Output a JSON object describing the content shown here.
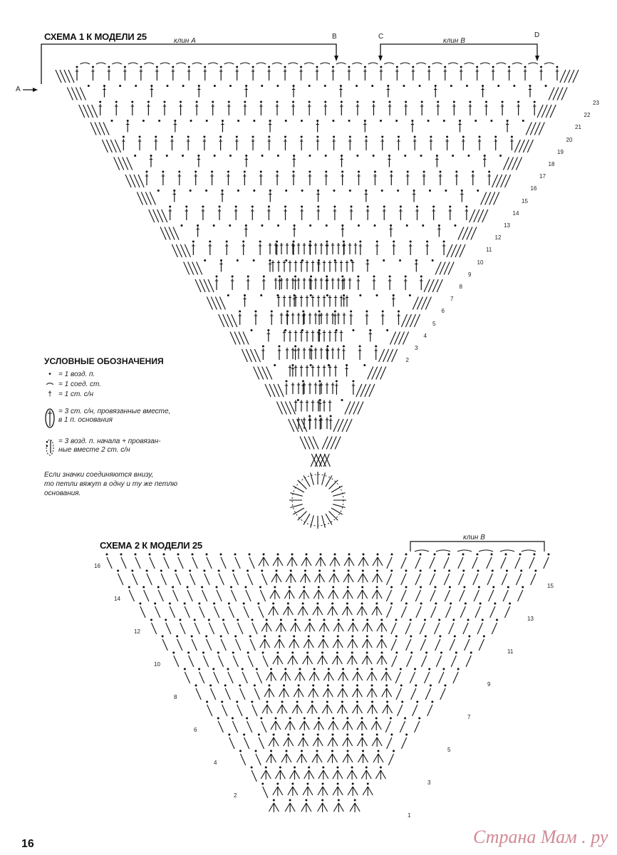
{
  "scheme1": {
    "title": "СХЕМА 1 К МОДЕЛИ 25",
    "klin_a": "клин А",
    "klin_v": "клин В",
    "point_a": "A",
    "point_b": "B",
    "point_c": "C",
    "point_d": "D",
    "row_numbers": [
      "23",
      "22",
      "21",
      "20",
      "19",
      "18",
      "17",
      "16",
      "15",
      "14",
      "13",
      "12",
      "11",
      "10",
      "9",
      "8",
      "7",
      "6",
      "5",
      "4",
      "3",
      "2"
    ]
  },
  "legend": {
    "title": "УСЛОВНЫЕ ОБОЗНАЧЕНИЯ",
    "items": [
      {
        "symbol": "•",
        "text": "= 1 возд. п."
      },
      {
        "symbol": "⌒",
        "text": "= 1 соед. ст."
      },
      {
        "symbol": "†",
        "text": "= 1 ст. с/н"
      },
      {
        "symbol": "⋔",
        "text": "= 3 ст. с/н, провязанные вместе,",
        "text2": "в 1 п. основания"
      },
      {
        "symbol": "⋰",
        "text": "= 3 возд. п. начала + провязан-",
        "text2": "ные вместе 2 ст. с/н"
      }
    ],
    "note_lines": [
      "Если значки соединяются внизу,",
      "то петли вяжут в одну и ту же петлю",
      "основания."
    ]
  },
  "scheme2": {
    "title": "СХЕМА 2 К МОДЕЛИ 25",
    "klin_v": "клин В",
    "left_row_numbers": [
      "16",
      "14",
      "12",
      "10",
      "8",
      "6",
      "4",
      "2"
    ],
    "right_row_numbers": [
      "15",
      "13",
      "11",
      "9",
      "7",
      "5",
      "3",
      "1"
    ]
  },
  "footer": {
    "page_number": "16",
    "watermark": "Страна Мам . ру"
  }
}
